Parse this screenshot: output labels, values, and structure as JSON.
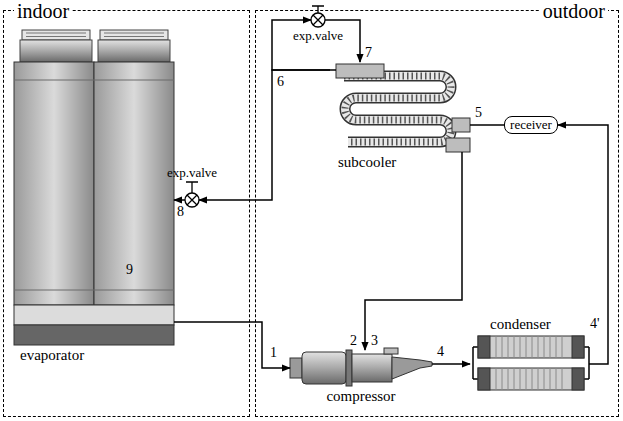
{
  "diagram": {
    "nodes": [
      {
        "text": [
          "indoor"
        ]
      },
      {
        "text": [
          "evaporator"
        ],
        "in": 0
      },
      {
        "text": [
          "exp.valve"
        ],
        "in": 0
      },
      {
        "text": [
          "outdoor"
        ]
      },
      {
        "text": [
          "exp.valve"
        ],
        "in": 3
      },
      {
        "text": [
          "subcooler"
        ],
        "in": 3
      },
      {
        "text": [
          "receiver"
        ],
        "in": 3
      },
      {
        "text": [
          "compressor"
        ],
        "in": 3
      },
      {
        "text": [
          "condenser"
        ],
        "in": 3
      }
    ],
    "edges": [
      {
        "from": 1,
        "to": 7,
        "arrow": "to"
      },
      {
        "from": 7,
        "to": 8,
        "arrow": "to"
      },
      {
        "from": 8,
        "to": 6,
        "arrow": "to"
      },
      {
        "from": 6,
        "to": 5,
        "arrow": "none"
      },
      {
        "from": 5,
        "to": 4,
        "arrow": "to"
      },
      {
        "from": 4,
        "to": 5,
        "arrow": "to"
      },
      {
        "from": 5,
        "to": 2,
        "arrow": "to"
      },
      {
        "from": 2,
        "to": 1,
        "arrow": "to"
      },
      {
        "from": 5,
        "to": 7,
        "arrow": "to"
      }
    ],
    "labels": [
      "9",
      "8",
      "7",
      "6",
      "5",
      "1",
      "2",
      "3",
      "4",
      "4'"
    ]
  }
}
